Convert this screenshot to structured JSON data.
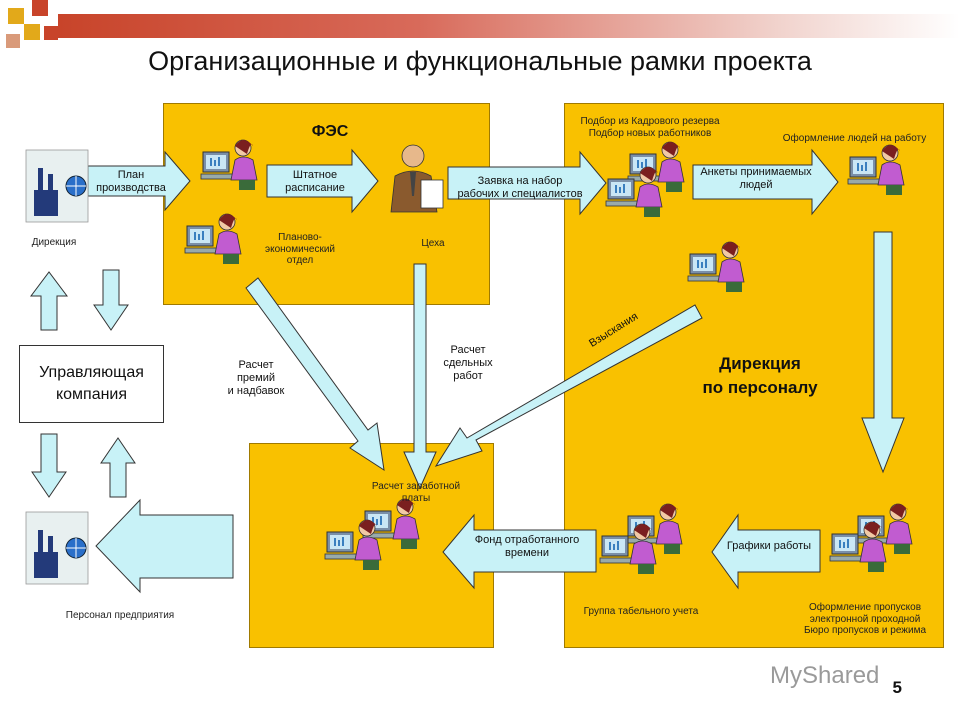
{
  "title": "Организационные и функциональные рамки проекта",
  "page_number": "5",
  "watermark": "MyShared",
  "colors": {
    "panel": "#f9c100",
    "arrow_fill": "#c8f2f7",
    "arrow_stroke": "#333333",
    "accent": "#c8442a"
  },
  "panels": {
    "fes": "ФЭС",
    "hr": "Дирекция\nпо персоналу"
  },
  "nodes": {
    "direction": "Дирекция",
    "management_company": "Управляющая\nкомпания",
    "enterprise_staff": "Персонал предприятия",
    "planning_dept": "Планово-\nэкономический\nотдел",
    "workshops": "Цеха",
    "recruitment": "Подбор из Кадрового резерва\nПодбор новых работников",
    "hiring": "Оформление людей на работу",
    "payroll": "Расчет заработной\nплаты",
    "timesheet_group": "Группа табельного учета",
    "pass_bureau": "Оформление пропусков\nэлектронной проходной\nБюро пропусков и режима"
  },
  "arrows": {
    "production_plan": "План\nпроизводства",
    "staff_schedule": "Штатное\nрасписание",
    "hiring_request": "Заявка на набор\nрабочих и специалистов",
    "hired_forms": "Анкеты принимаемых\nлюдей",
    "bonus_calc": "Расчет\nпремий\nи надбавок",
    "piece_calc": "Расчет\nсдельных\nработ",
    "penalties": "Взыскания",
    "work_schedules": "Графики работы",
    "worked_time_fund": "Фонд отработанного\nвремени"
  },
  "icons": {
    "factory": "factory-globe-icon",
    "worker_pc": "person-at-computer-icon",
    "manager": "businessman-icon"
  }
}
